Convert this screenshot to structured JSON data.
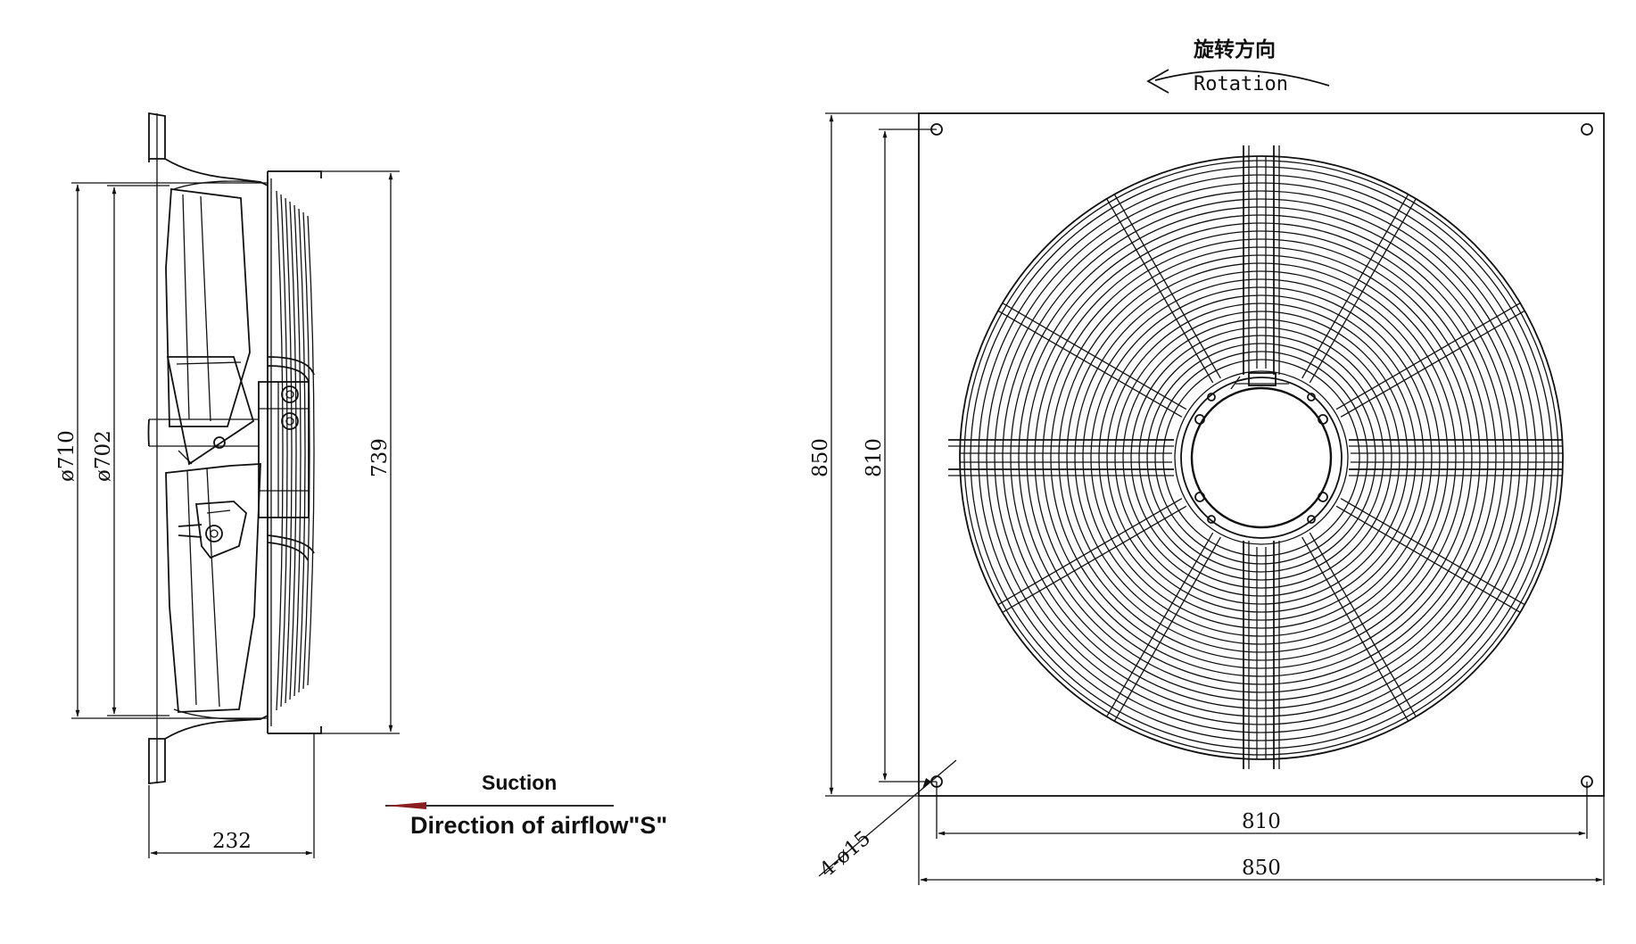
{
  "side_view": {
    "dim_outer_diameter": "ø710",
    "dim_inner_diameter": "ø702",
    "dim_height": "739",
    "dim_depth": "232"
  },
  "airflow": {
    "label_top": "Suction",
    "label_bottom": "Direction of airflow\"S\""
  },
  "rotation": {
    "label_cn": "旋转方向",
    "label_en": "Rotation"
  },
  "front_view": {
    "dim_plate_height": "850",
    "dim_hole_spacing_vertical": "810",
    "dim_hole_spacing_horizontal": "810",
    "dim_plate_width": "850",
    "dim_holes": "4-ø15"
  }
}
